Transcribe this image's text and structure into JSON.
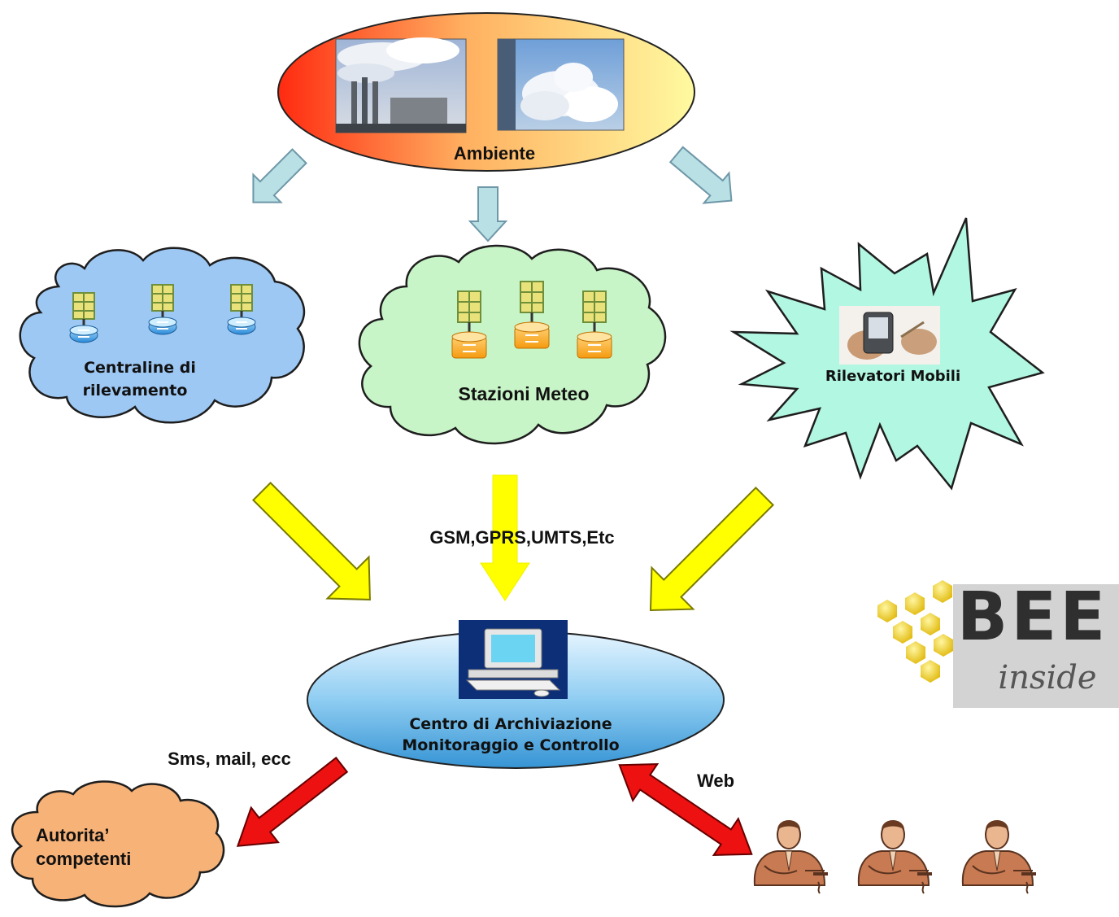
{
  "ambiente": {
    "label": "Ambiente"
  },
  "centraline": {
    "line1": "Centraline di",
    "line2": "rilevamento"
  },
  "stazioni": {
    "label": "Stazioni Meteo"
  },
  "rilevatori": {
    "label": "Rilevatori Mobili"
  },
  "transport": {
    "label": "GSM,GPRS,UMTS,Etc"
  },
  "centro": {
    "line1": "Centro di Archiviazione",
    "line2": "Monitoraggio e Controllo"
  },
  "alerts": {
    "label": "Sms, mail, ecc"
  },
  "web": {
    "label": "Web"
  },
  "autorita": {
    "line1": "Autorita’",
    "line2": "competenti"
  },
  "logo": {
    "word": "BEE",
    "sub": "inside"
  },
  "colors": {
    "ambiente_left": "#ff3a1e",
    "ambiente_right": "#fffa9a",
    "cloud_blue": "#9ec8f4",
    "cloud_green": "#c8f5c8",
    "star_fill": "#b2f7e2",
    "centro_top": "#dff2ff",
    "centro_bottom": "#3a9ad8",
    "autorita_fill": "#f7b278",
    "arrow_light_blue": "#b9e0e4",
    "arrow_yellow": "#ffff00",
    "arrow_red": "#ee1111",
    "logo_gray": "#d3d3d3",
    "logo_hex": "#f5d428"
  },
  "icons": {
    "environment_photos": [
      "factory-smoke-photo",
      "sky-clouds-photo"
    ],
    "station": "solar-panel-station-icon",
    "mobile": "pda-handheld-photo",
    "computer": "desktop-computer-icon",
    "user": "office-user-icon"
  }
}
